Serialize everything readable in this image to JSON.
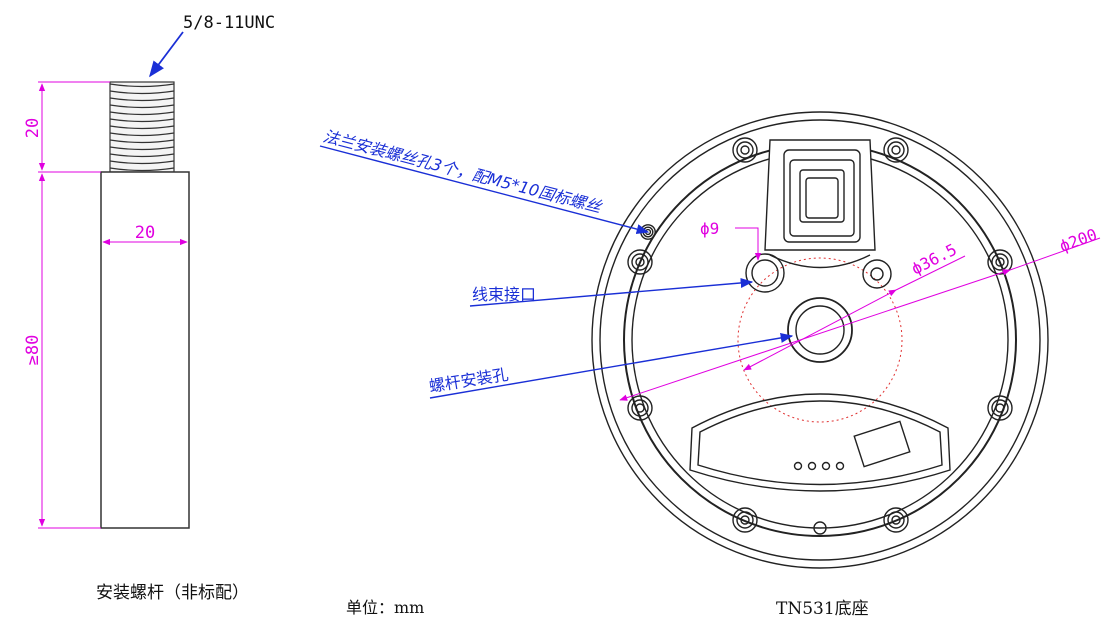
{
  "bolt": {
    "thread_spec": "5/8-11UNC",
    "dim_thread_length": "20",
    "dim_width": "20",
    "dim_shank_length": "≥80",
    "caption": "安装螺杆（非标配）"
  },
  "unit_label": "单位：mm",
  "base": {
    "caption": "TN531底座",
    "dim_outer_diameter": "ϕ200",
    "dim_circle_diameter": "ϕ36.5",
    "dim_hole_diameter": "ϕ9",
    "label_flange_holes": "法兰安装螺丝孔3个，配M5*10国标螺丝",
    "label_harness_port": "线束接口",
    "label_bolt_hole": "螺杆安装孔"
  },
  "colors": {
    "dimension": "#e000e0",
    "leader": "#1a2fd6",
    "outline": "#222222",
    "hidden": "#e03030"
  }
}
